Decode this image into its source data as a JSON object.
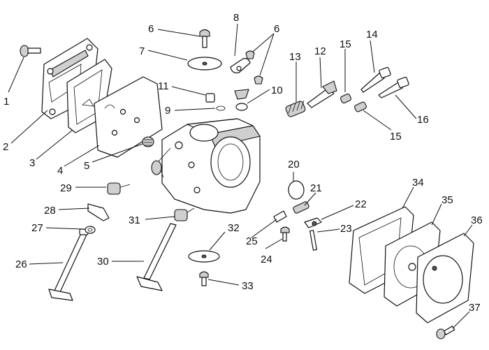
{
  "callouts": [
    "1",
    "2",
    "3",
    "4",
    "5",
    "6",
    "6",
    "7",
    "8",
    "9",
    "10",
    "11",
    "12",
    "13",
    "14",
    "15",
    "15",
    "16",
    "20",
    "21",
    "22",
    "23",
    "24",
    "25",
    "26",
    "27",
    "28",
    "29",
    "30",
    "31",
    "32",
    "33",
    "34",
    "35",
    "36",
    "37"
  ]
}
